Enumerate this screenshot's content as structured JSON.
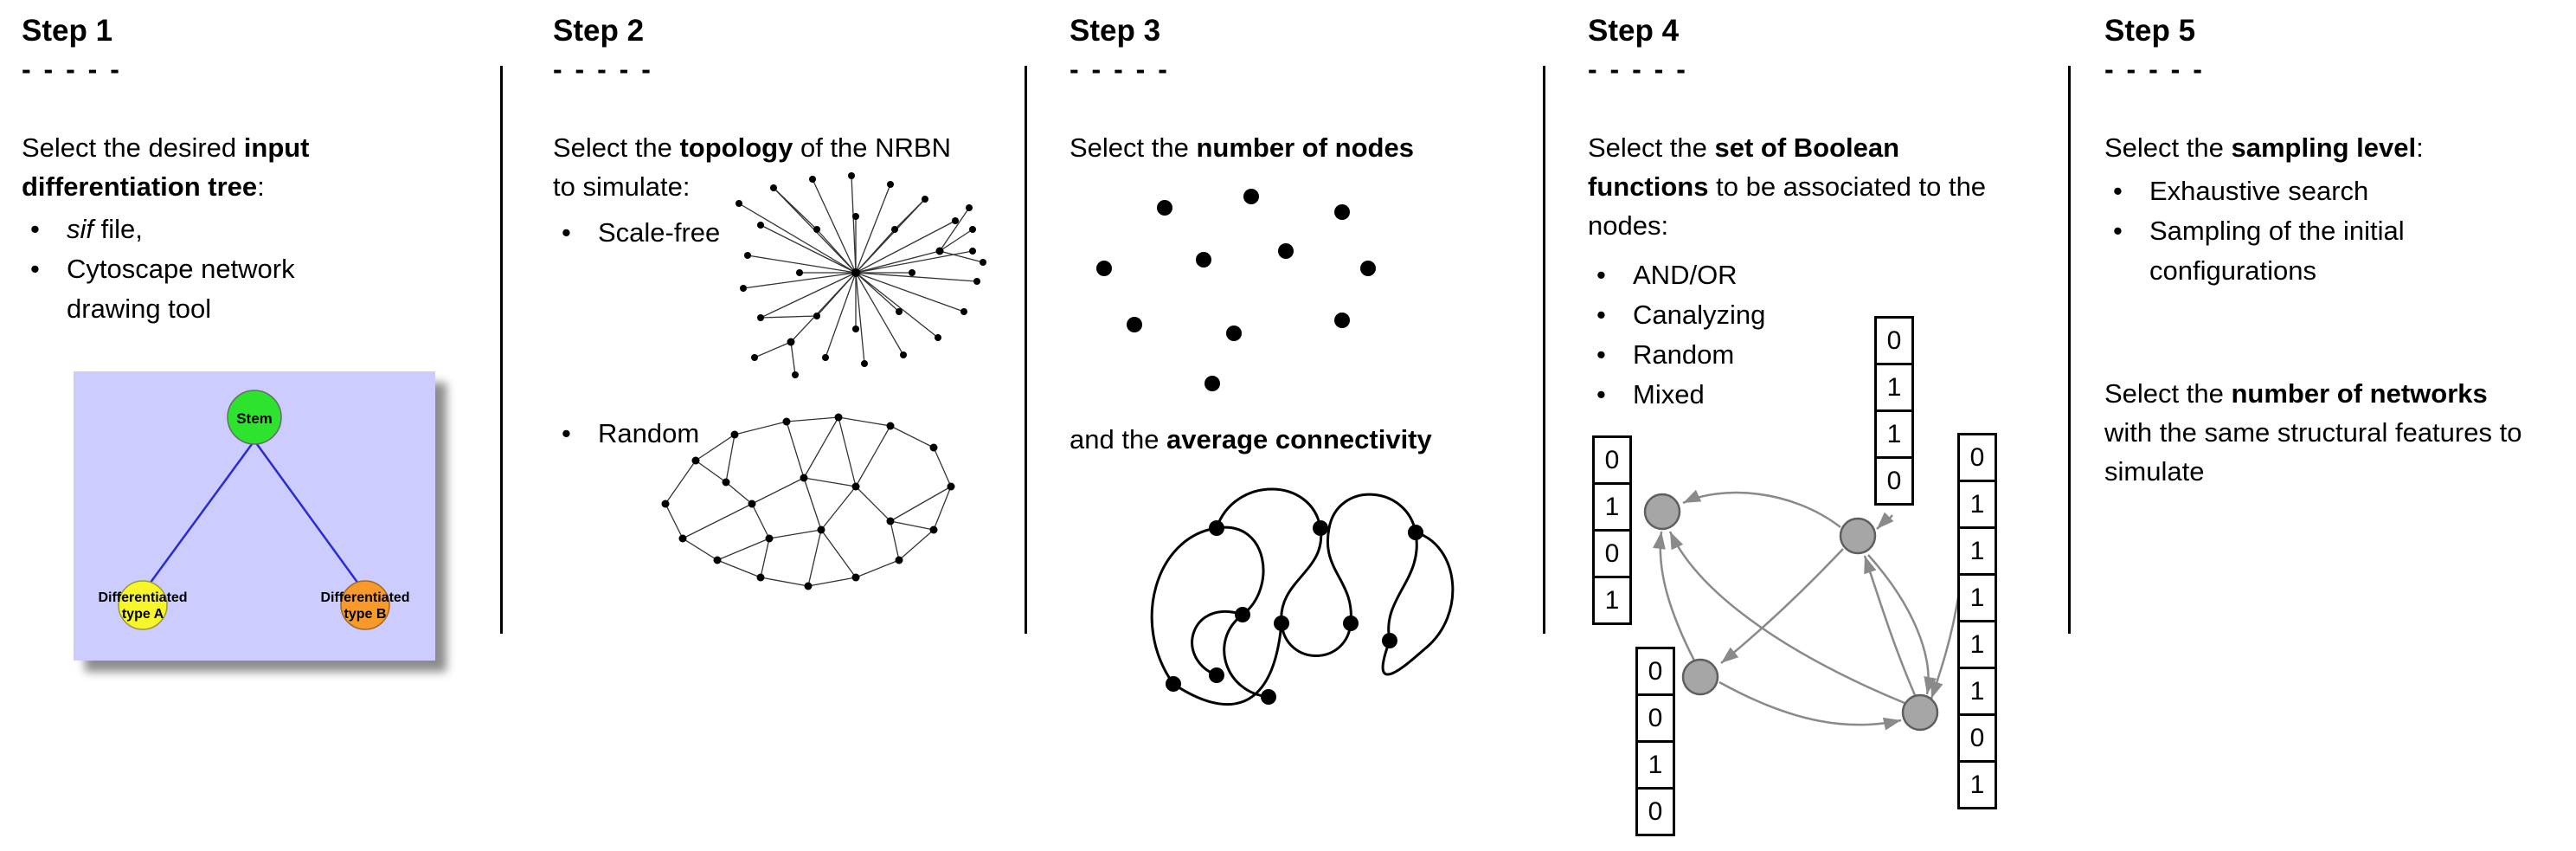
{
  "steps": [
    {
      "title": "Step 1",
      "dashes": "- - - - -",
      "intro": {
        "pre": "Select the desired ",
        "bold": "input differentiation tree",
        "post": ":"
      },
      "bullets": [
        {
          "italic": "sif",
          "text": " file,"
        },
        {
          "text": "Cytoscape network drawing tool"
        }
      ],
      "tree": {
        "root": "Stem",
        "left": {
          "line1": "Differentiated",
          "line2": "type A"
        },
        "right": {
          "line1": "Differentiated",
          "line2": "type B"
        },
        "colors": {
          "background": "#ccccff",
          "root": "#2de32d",
          "left": "#f6f62b",
          "right": "#f79a2b",
          "edge": "#2b2bd4"
        }
      }
    },
    {
      "title": "Step 2",
      "dashes": "- - - - -",
      "intro": {
        "pre": "Select the ",
        "bold": "topology",
        "post": " of the NRBN to simulate:"
      },
      "bullets": [
        {
          "text": "Scale-free"
        },
        {
          "text": "Random"
        }
      ]
    },
    {
      "title": "Step 3",
      "dashes": "- - - - -",
      "intro": {
        "pre": "Select the ",
        "bold": "number of nodes",
        "post": ""
      },
      "second": {
        "pre": "and the ",
        "bold": "average connectivity",
        "post": ""
      }
    },
    {
      "title": "Step 4",
      "dashes": "- - - - -",
      "intro": {
        "pre": "Select the ",
        "bold": "set of Boolean functions",
        "post": " to be associated to the nodes:"
      },
      "bullets": [
        {
          "text": "AND/OR"
        },
        {
          "text": "Canalyzing"
        },
        {
          "text": "Random"
        },
        {
          "text": "Mixed"
        }
      ],
      "tables": {
        "left": [
          "0",
          "1",
          "0",
          "1"
        ],
        "top": [
          "0",
          "1",
          "1",
          "0"
        ],
        "bottom_left": [
          "0",
          "0",
          "1",
          "0"
        ],
        "right": [
          "0",
          "1",
          "1",
          "1",
          "1",
          "1",
          "0",
          "1"
        ]
      },
      "node_color": "#a6a6a6"
    },
    {
      "title": "Step 5",
      "dashes": "- - - - -",
      "intro": {
        "pre": "Select the ",
        "bold": "sampling level",
        "post": ":"
      },
      "bullets": [
        {
          "text": "Exhaustive search"
        },
        {
          "text": "Sampling of the initial configurations"
        }
      ],
      "second": {
        "pre": "Select the ",
        "bold": "number of networks",
        "post": " with the same structural features to simulate"
      }
    }
  ]
}
